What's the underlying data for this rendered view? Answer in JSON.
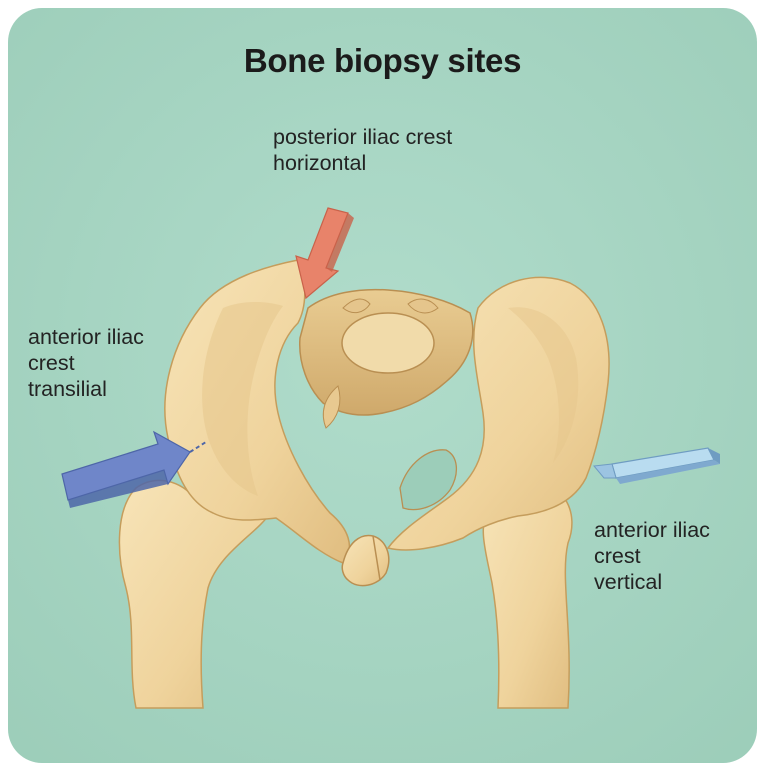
{
  "title": "Bone biopsy sites",
  "labels": {
    "posterior": [
      "posterior iliac crest",
      "horizontal"
    ],
    "anterior_transilial": [
      "anterior iliac",
      "crest",
      "transilial"
    ],
    "anterior_vertical": [
      "anterior iliac",
      "crest",
      "vertical"
    ]
  },
  "colors": {
    "background": "#a8d5c3",
    "bone": "#f2d9a6",
    "bone_shadow": "#d9b97e",
    "posterior_arrow": "#e8836a",
    "transilial_arrow": "#6f86c9",
    "vertical_arrow": "#9fc6e6"
  }
}
